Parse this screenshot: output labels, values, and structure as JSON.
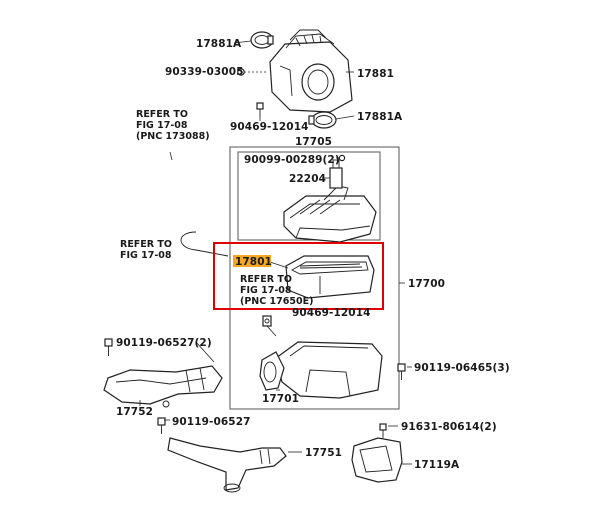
{
  "labels": {
    "p17881a_top": "17881A",
    "p90339": "90339-03005",
    "p17881": "17881",
    "p90469_top": "90469-12014",
    "p17881a_bot": "17881A",
    "p17705": "17705",
    "p90099": "90099-00289(2)",
    "p22204": "22204",
    "p17801": "17801",
    "p17700": "17700",
    "p90469_mid": "90469-12014",
    "p90119_left": "90119-06527(2)",
    "p90119_right": "90119-06465(3)",
    "p17752": "17752",
    "p17701": "17701",
    "p90119_bottom": "90119-06527",
    "p91631": "91631-80614(2)",
    "p17751": "17751",
    "p17119a": "17119A"
  },
  "refs": {
    "ref_top": [
      "REFER TO",
      "FIG 17-08",
      "(PNC 173088)"
    ],
    "ref_left": [
      "REFER TO",
      "FIG 17-08"
    ],
    "ref_filter": [
      "REFER TO",
      "FIG 17-08",
      "(PNC 17650E)"
    ]
  },
  "colors": {
    "highlight_box": "#e00000",
    "highlight_label_bg": "#f5a623"
  }
}
